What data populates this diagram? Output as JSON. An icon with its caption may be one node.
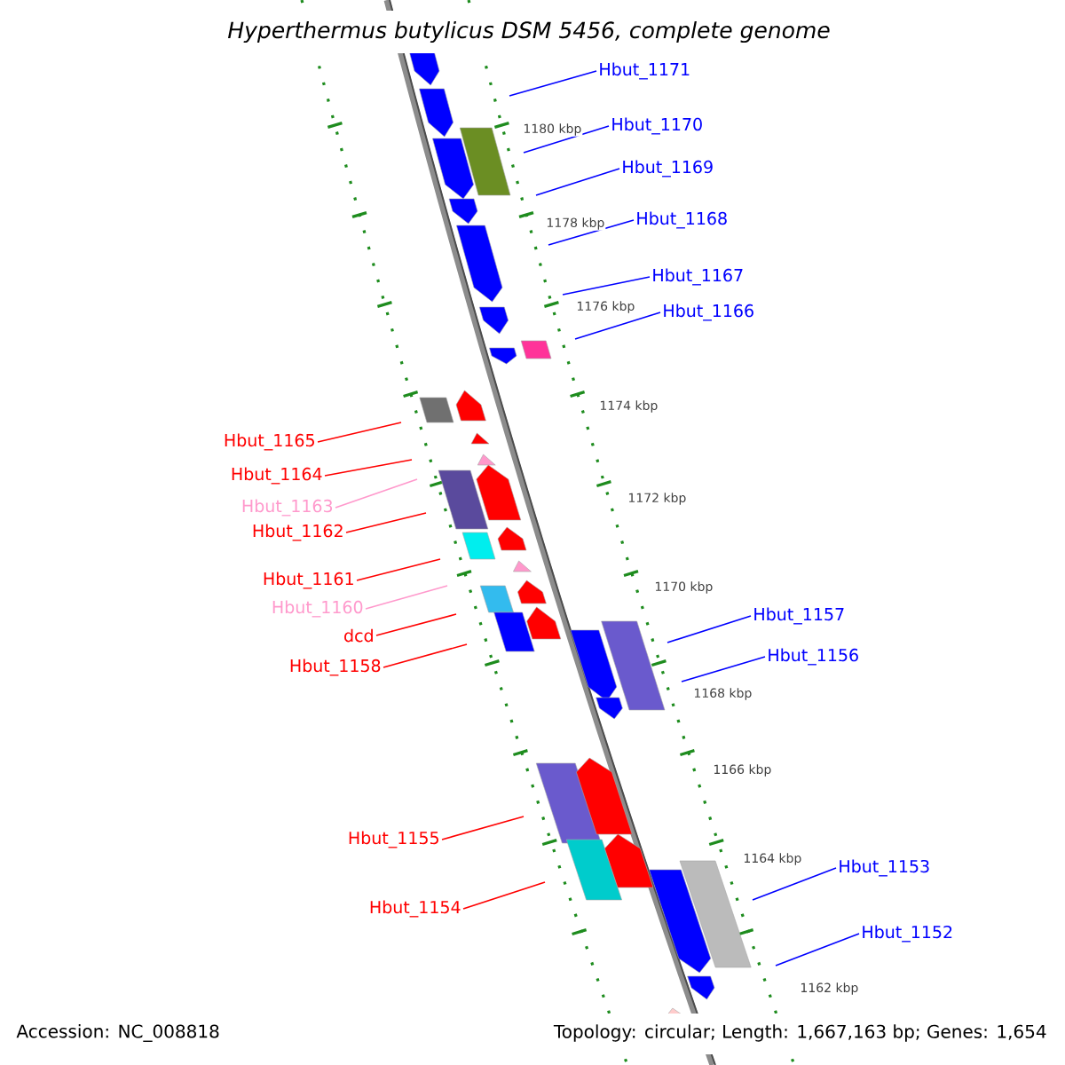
{
  "diagram": {
    "title": "Hyperthermus butylicus DSM 5456, complete genome",
    "nodes": [
      {
        "text": [
          "Hbut_1171"
        ]
      },
      {
        "text": [
          "Hbut_1170"
        ]
      },
      {
        "text": [
          "Hbut_1169"
        ]
      },
      {
        "text": [
          "Hbut_1168"
        ]
      },
      {
        "text": [
          "Hbut_1167"
        ]
      },
      {
        "text": [
          "Hbut_1166"
        ]
      },
      {
        "text": [
          "Hbut_1165"
        ]
      },
      {
        "text": [
          "Hbut_1164"
        ]
      },
      {
        "text": [
          "Hbut_1163"
        ]
      },
      {
        "text": [
          "Hbut_1162"
        ]
      },
      {
        "text": [
          "Hbut_1161"
        ]
      },
      {
        "text": [
          "Hbut_1160"
        ]
      },
      {
        "text": [
          "dcd"
        ]
      },
      {
        "text": [
          "Hbut_1158"
        ]
      },
      {
        "text": [
          "Hbut_1157"
        ]
      },
      {
        "text": [
          "Hbut_1156"
        ]
      },
      {
        "text": [
          "Hbut_1155"
        ]
      },
      {
        "text": [
          "Hbut_1154"
        ]
      },
      {
        "text": [
          "Hbut_1153"
        ]
      },
      {
        "text": [
          "Hbut_1152"
        ]
      }
    ],
    "edges": [
      {
        "from": 0,
        "to": null,
        "arrow": "none"
      },
      {
        "from": 1,
        "to": null,
        "arrow": "none"
      },
      {
        "from": 2,
        "to": null,
        "arrow": "none"
      },
      {
        "from": 3,
        "to": null,
        "arrow": "none"
      },
      {
        "from": 4,
        "to": null,
        "arrow": "none"
      },
      {
        "from": 5,
        "to": null,
        "arrow": "none"
      },
      {
        "from": 6,
        "to": null,
        "arrow": "none",
        "color": "#ff0000"
      },
      {
        "from": 7,
        "to": null,
        "arrow": "none",
        "color": "#ff0000"
      },
      {
        "from": 8,
        "to": null,
        "arrow": "none",
        "color": "#ff99cc"
      },
      {
        "from": 9,
        "to": null,
        "arrow": "none",
        "color": "#ff0000"
      },
      {
        "from": 10,
        "to": null,
        "arrow": "none",
        "color": "#ff0000"
      },
      {
        "from": 11,
        "to": null,
        "arrow": "none",
        "color": "#ff99cc"
      },
      {
        "from": 12,
        "to": null,
        "arrow": "none",
        "color": "#ff0000"
      },
      {
        "from": 13,
        "to": null,
        "arrow": "none",
        "color": "#ff0000"
      },
      {
        "from": 14,
        "to": null,
        "arrow": "none"
      },
      {
        "from": 15,
        "to": null,
        "arrow": "none"
      },
      {
        "from": 16,
        "to": null,
        "arrow": "none",
        "color": "#ff0000"
      },
      {
        "from": 17,
        "to": null,
        "arrow": "none",
        "color": "#ff0000"
      },
      {
        "from": 18,
        "to": null,
        "arrow": "none"
      },
      {
        "from": 19,
        "to": null,
        "arrow": "none"
      }
    ],
    "labels": [
      "1180 kbp",
      "1178 kbp",
      "1176 kbp",
      "1174 kbp",
      "1172 kbp",
      "1170 kbp",
      "1168 kbp",
      "1166 kbp",
      "1164 kbp",
      "1162 kbp",
      "Accession: NC_008818",
      "Topology: circular; Length: 1,667,163 bp; Genes: 1,654"
    ]
  }
}
